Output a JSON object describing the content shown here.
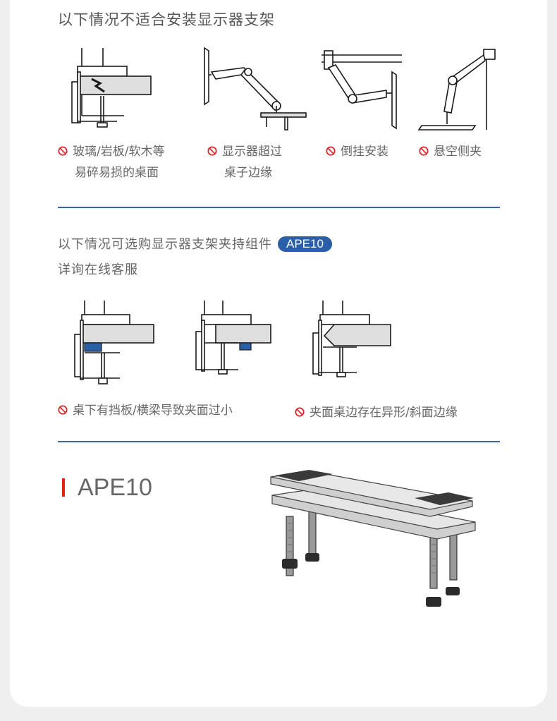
{
  "section1": {
    "title": "以下情况不适合安装显示器支架",
    "items": [
      {
        "line1": "玻璃/岩板/软木等",
        "line2": "易碎易损的桌面"
      },
      {
        "line1": "显示器超过",
        "line2": "桌子边缘"
      },
      {
        "line1": "倒挂安装",
        "line2": ""
      },
      {
        "line1": "悬空侧夹",
        "line2": ""
      }
    ]
  },
  "section2": {
    "title": "以下情况可选购显示器支架夹持组件",
    "badge": "APE10",
    "subtitle": "详询在线客服",
    "items": [
      {
        "line1": "桌下有挡板/横梁导致夹面过小"
      },
      {
        "line1": "夹面桌边存在异形/斜面边缘"
      }
    ]
  },
  "product": {
    "name": "APE10"
  },
  "colors": {
    "accent_red": "#e2231a",
    "divider_blue": "#3a64a8",
    "badge_blue": "#2a5fa8",
    "warning_red": "#d9262b"
  }
}
